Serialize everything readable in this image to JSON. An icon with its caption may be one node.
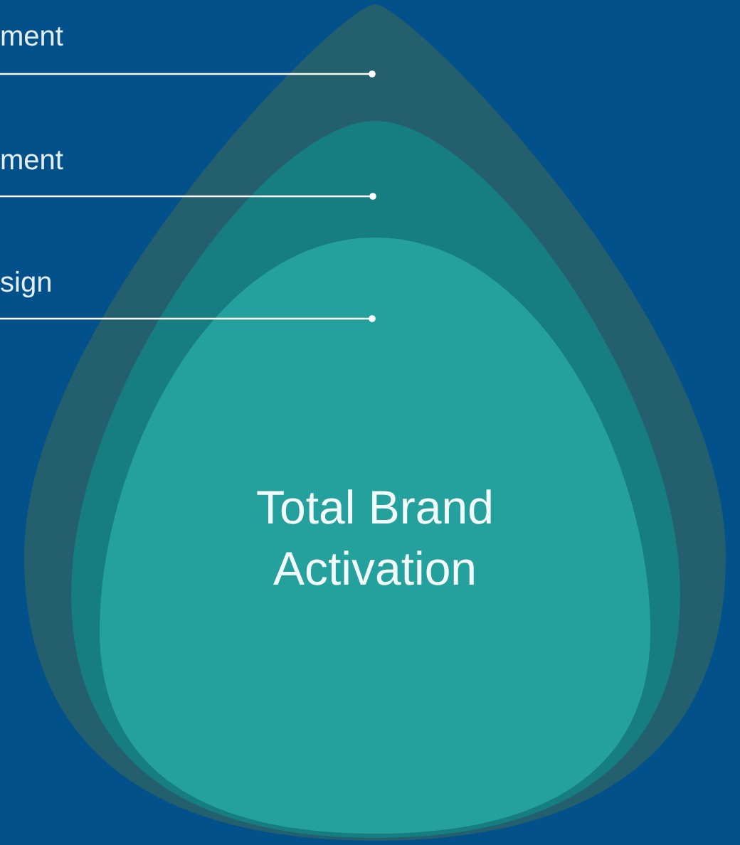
{
  "diagram": {
    "nodes": [
      {
        "text": [
          "ment"
        ]
      },
      {
        "text": [
          "ment"
        ]
      },
      {
        "text": [
          "sign"
        ]
      },
      {
        "text": [],
        "shape": "drop"
      },
      {
        "text": [],
        "shape": "drop",
        "in": 3
      },
      {
        "text": [
          "Total Brand Activation"
        ],
        "in": 4
      }
    ],
    "edges": [
      {
        "from": 0,
        "to": 3,
        "arrow": "other"
      },
      {
        "from": 1,
        "to": 4,
        "arrow": "other"
      },
      {
        "from": 2,
        "to": 5,
        "arrow": "other"
      }
    ]
  }
}
